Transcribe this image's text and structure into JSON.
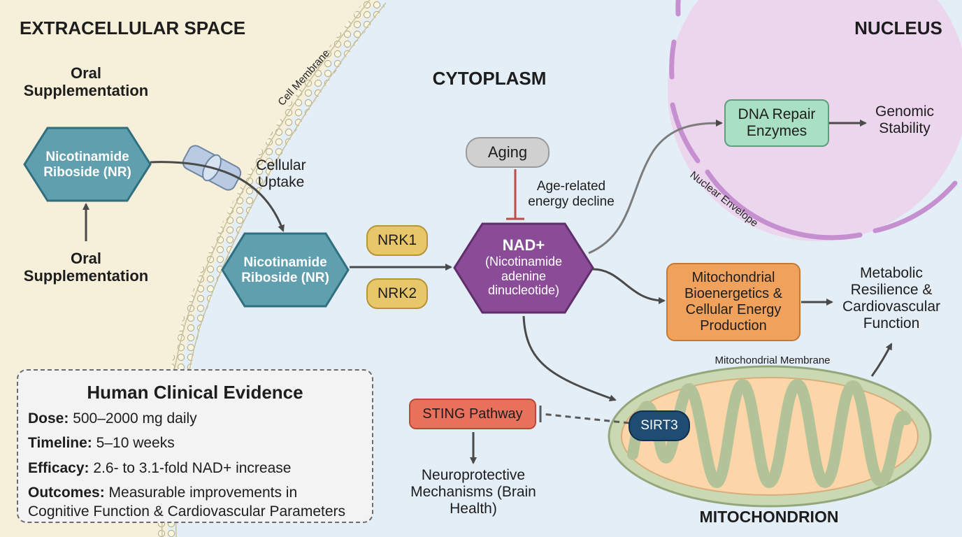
{
  "regions": {
    "extracellular": "EXTRACELLULAR SPACE",
    "cytoplasm": "CYTOPLASM",
    "nucleus": "NUCLEUS",
    "mitochondrion": "MITOCHONDRION"
  },
  "membranes": {
    "cell": "Cell Membrane",
    "nuclear": "Nuclear Envelope",
    "mitochondrial": "Mitochondrial Membrane"
  },
  "labels": {
    "oral_top": "Oral Supplementation",
    "oral_bottom": "Oral Supplementation",
    "cellular_uptake": "Cellular Uptake",
    "age_related": "Age-related energy decline",
    "genomic_stability": "Genomic Stability",
    "metabolic": "Metabolic Resilience & Cardiovascular Function",
    "neuroprotective": "Neuroprotective Mechanisms (Brain Health)"
  },
  "nodes": {
    "nr_outside": "Nicotinamide Riboside (NR)",
    "nr_inside": "Nicotinamide Riboside (NR)",
    "nrk1": "NRK1",
    "nrk2": "NRK2",
    "aging": "Aging",
    "nad_title": "NAD+",
    "nad_sub": "(Nicotinamide adenine dinucleotide)",
    "dna_repair": "DNA Repair Enzymes",
    "mito_bio": "Mitochondrial Bioenergetics & Cellular Energy Production",
    "sting": "STING Pathway",
    "sirt3": "SIRT3"
  },
  "evidence": {
    "title": "Human Clinical Evidence",
    "dose_label": "Dose:",
    "dose_value": "500–2000 mg daily",
    "timeline_label": "Timeline:",
    "timeline_value": "5–10 weeks",
    "efficacy_label": "Efficacy:",
    "efficacy_value": "2.6- to 3.1-fold NAD+ increase",
    "outcomes_label": "Outcomes:",
    "outcomes_value": "Measurable improvements in",
    "outcomes_value2": "Cognitive Function & Cardiovascular Parameters"
  },
  "colors": {
    "extracellular_bg": "#f6efd9",
    "cytoplasm_bg": "#e4eef7",
    "nucleus_fill": "#ecd6ee",
    "nucleus_border": "#c68fd0",
    "nr_fill": "#5f9fae",
    "nrk_fill": "#e8c66a",
    "nad_fill": "#8b4c97",
    "aging_fill": "#d0d0d0",
    "dna_fill": "#a9e0c3",
    "mito_bio_fill": "#f0a25c",
    "sting_fill": "#e8715c",
    "sirt3_fill": "#1f4c73",
    "mito_outer": "#cbd9b3",
    "mito_inner": "#fcd6a8",
    "inhibit": "#b7504a"
  }
}
